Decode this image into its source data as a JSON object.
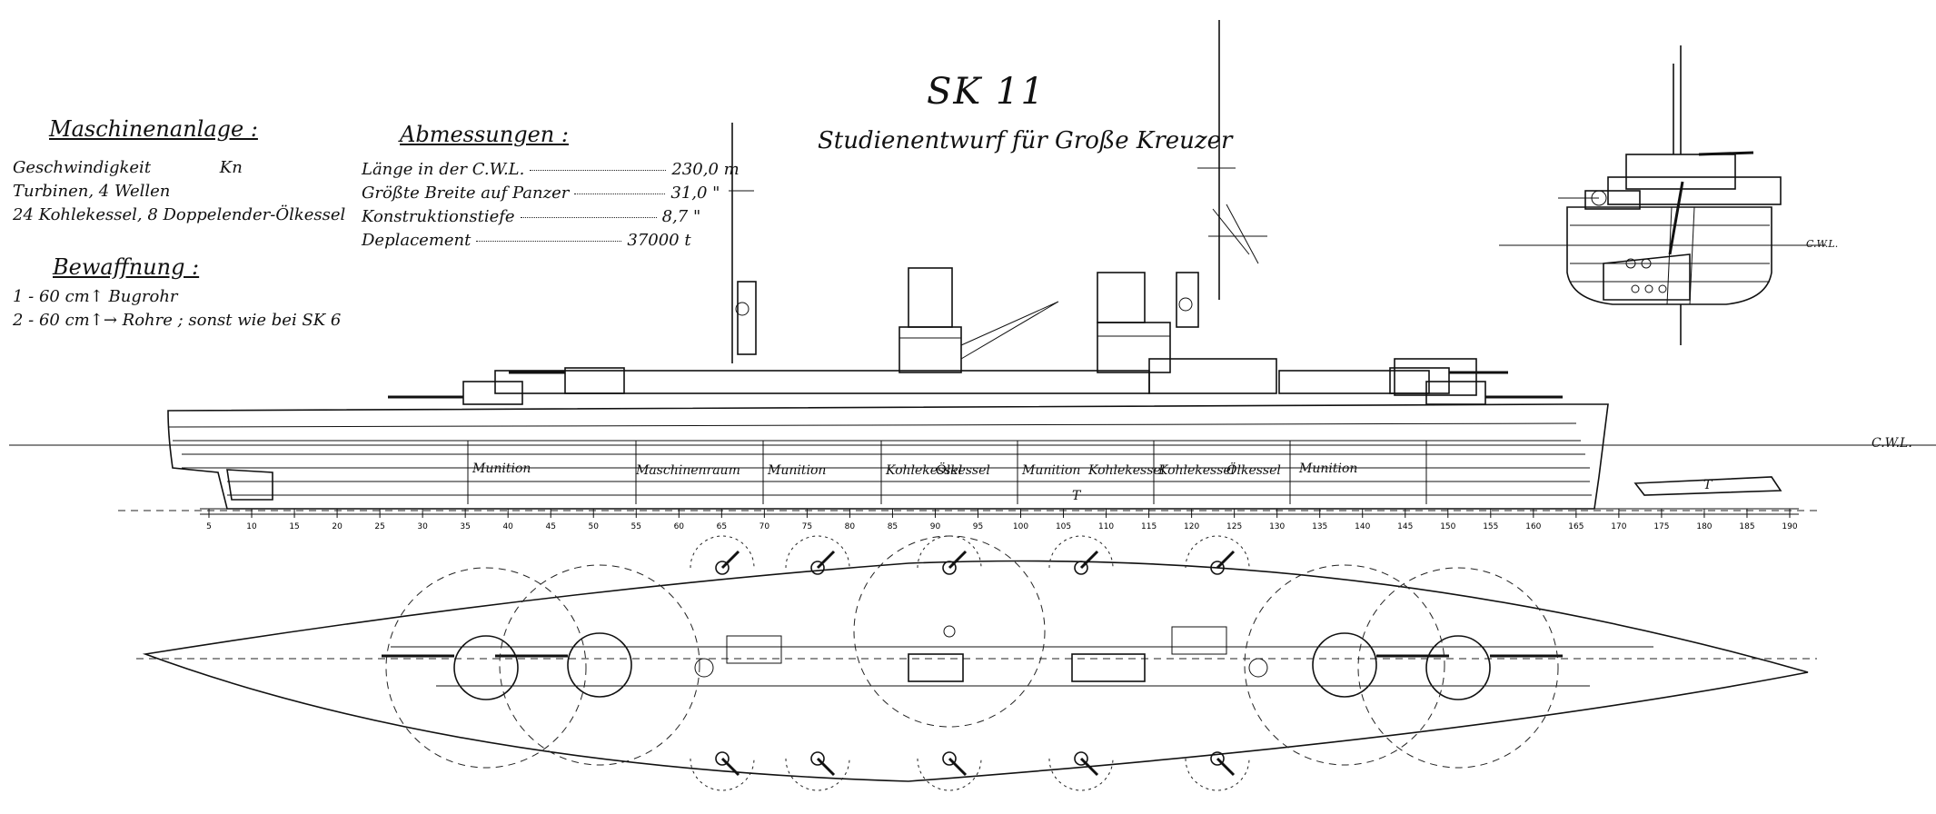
{
  "drawing": {
    "title": "SK 11",
    "subtitle": "Studienentwurf für Große Kreuzer",
    "machinery": {
      "heading": "Maschinenanlage :",
      "lines": [
        {
          "label": "Geschwindigkeit",
          "value": "Kn"
        },
        {
          "label": "Turbinen, 4 Wellen",
          "value": ""
        },
        {
          "label": "24 Kohlekessel, 8 Doppelender-Ölkessel",
          "value": ""
        }
      ]
    },
    "armament": {
      "heading": "Bewaffnung :",
      "lines": [
        "1 - 60 cm↑ Bugrohr",
        "2 - 60 cm↑→ Rohre ; sonst wie bei SK 6"
      ]
    },
    "dimensions": {
      "heading": "Abmessungen :",
      "rows": [
        {
          "label": "Länge in der C.W.L.",
          "value": "230,0 m"
        },
        {
          "label": "Größte Breite auf Panzer",
          "value": "31,0 \""
        },
        {
          "label": "Konstruktionstiefe",
          "value": "8,7 \""
        },
        {
          "label": "Deplacement",
          "value": "37000 t"
        }
      ]
    },
    "waterline_label": "C.W.L.",
    "section_waterline_label": "C.W.L.",
    "compartments": [
      "Munition",
      "Maschinenraum",
      "Munition",
      "Kohlekessel",
      "Ölkessel",
      "Munition",
      "Kohlekessel",
      "Kohlekessel",
      "Ölkessel",
      "Munition"
    ],
    "hull_marks": [
      "T",
      "T"
    ],
    "frame_scale": [
      "5",
      "10",
      "15",
      "20",
      "25",
      "30",
      "35",
      "40",
      "45",
      "50",
      "55",
      "60",
      "65",
      "70",
      "75",
      "80",
      "85",
      "90",
      "95",
      "100",
      "105",
      "110",
      "115",
      "120",
      "125",
      "130",
      "135",
      "140",
      "145",
      "150",
      "155",
      "160",
      "165",
      "170",
      "175",
      "180",
      "185",
      "190"
    ],
    "ink_color": "#111111"
  }
}
